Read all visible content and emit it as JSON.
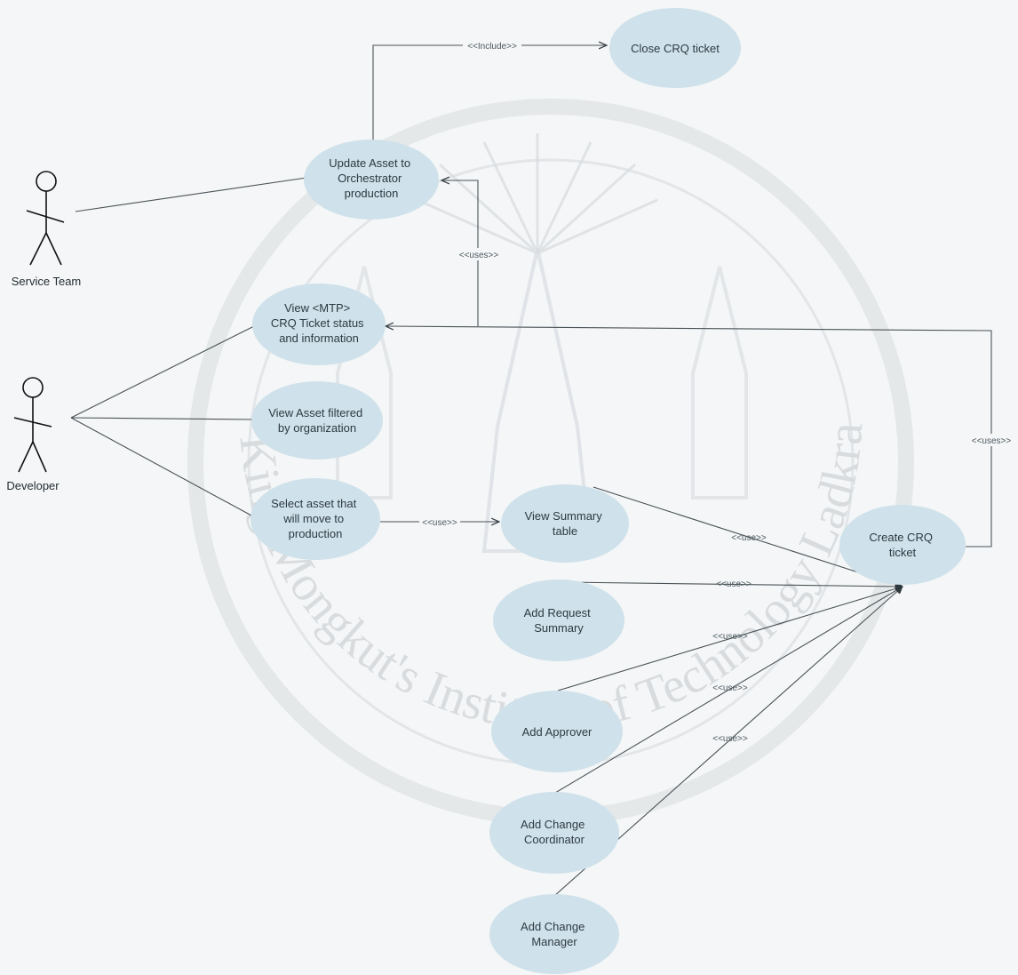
{
  "actors": {
    "service_team": "Service Team",
    "developer": "Developer"
  },
  "use_cases": {
    "close_crq": [
      "Close CRQ ticket"
    ],
    "update_asset": [
      "Update Asset to",
      "Orchestrator",
      "production"
    ],
    "view_mtp": [
      "View <MTP>",
      "CRQ Ticket status",
      "and information"
    ],
    "view_asset_filtered": [
      "View Asset filtered",
      "by organization"
    ],
    "select_asset": [
      "Select asset that",
      "will move to",
      "production"
    ],
    "view_summary": [
      "View Summary",
      "table"
    ],
    "create_crq": [
      "Create CRQ",
      "ticket"
    ],
    "add_request_summary": [
      "Add Request",
      "Summary"
    ],
    "add_approver": [
      "Add Approver"
    ],
    "add_change_coordinator": [
      "Add Change",
      "Coordinator"
    ],
    "add_change_manager": [
      "Add Change",
      "Manager"
    ]
  },
  "stereotypes": {
    "include": "<<Include>>",
    "uses": "<<uses>>",
    "use": "<<use>>"
  },
  "watermark": {
    "text": "King Mongkut's Institute of Technology Ladkrabang"
  },
  "colors": {
    "use_case_fill": "#cfe1ea",
    "line": "#4a5358",
    "watermark": "#d5dadd"
  }
}
